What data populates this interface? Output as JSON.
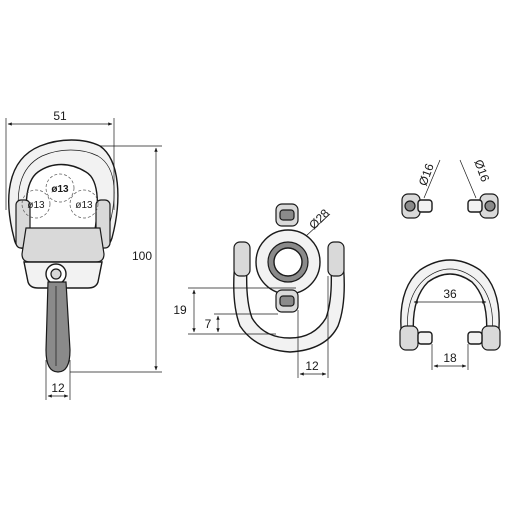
{
  "front_view": {
    "width_label": "51",
    "height_label": "100",
    "pin_width_label": "12",
    "hole_center_label": "ø13",
    "hole_left_label": "ø13",
    "hole_right_label": "ø13"
  },
  "side_view": {
    "ring_diameter_label": "Ø28",
    "height_label": "19",
    "offset_label": "7",
    "width_label": "12"
  },
  "detail_views": {
    "pin_left_diameter_label": "Ø16",
    "pin_right_diameter_label": "Ø16",
    "inner_width_label": "36",
    "pin_spacing_label": "18"
  },
  "colors": {
    "line": "#1a1a1a",
    "fill_light": "#f2f2f2",
    "fill_mid": "#d9d9d9",
    "fill_dark": "#8a8a8a"
  }
}
